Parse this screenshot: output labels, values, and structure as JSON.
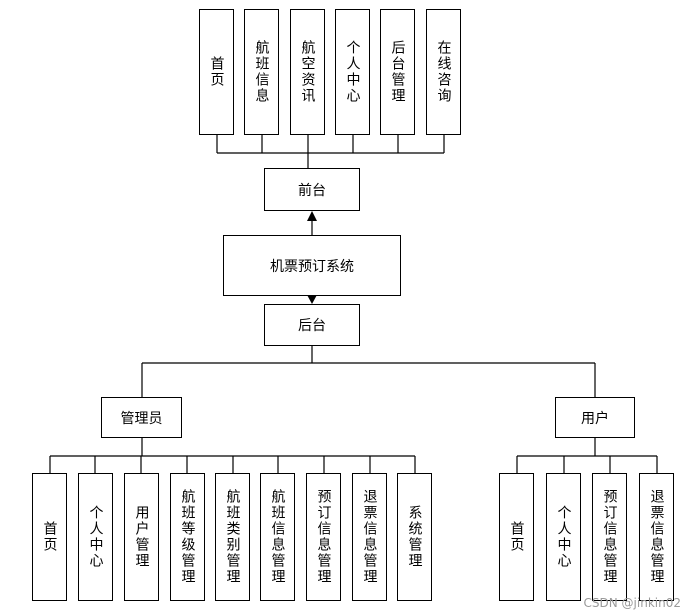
{
  "top": {
    "items": [
      "首页",
      "航班信息",
      "航空资讯",
      "个人中心",
      "后台管理",
      "在线咨询"
    ],
    "front": "前台"
  },
  "center": {
    "system": "机票预订系统",
    "back": "后台"
  },
  "admin": {
    "label": "管理员",
    "items": [
      "首页",
      "个人中心",
      "用户管理",
      "航班等级管理",
      "航班类别管理",
      "航班信息管理",
      "预订信息管理",
      "退票信息管理",
      "系统管理"
    ]
  },
  "user": {
    "label": "用户",
    "items": [
      "首页",
      "个人中心",
      "预订信息管理",
      "退票信息管理"
    ]
  },
  "watermark": "CSDN @jinkin02"
}
